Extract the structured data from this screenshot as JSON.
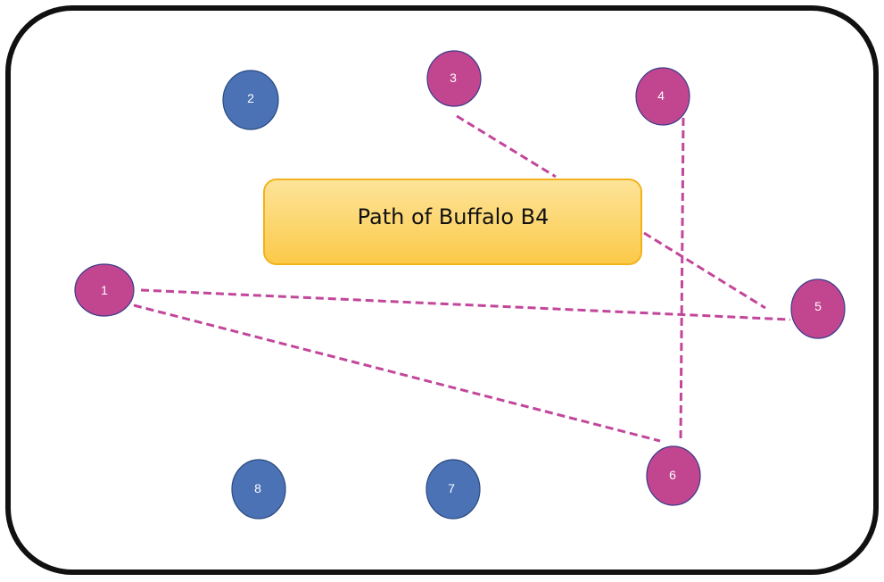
{
  "title": "Path of Buffalo B4",
  "colors": {
    "visited": "#c2468f",
    "unvisited": "#4a72b5",
    "path": "#c2469a",
    "label_fill": "#fdd36b",
    "label_border": "#f2b21c",
    "frame": "#111111"
  },
  "nodes": [
    {
      "label": "1",
      "status": "visited"
    },
    {
      "label": "2",
      "status": "unvisited"
    },
    {
      "label": "3",
      "status": "visited"
    },
    {
      "label": "4",
      "status": "visited"
    },
    {
      "label": "5",
      "status": "visited"
    },
    {
      "label": "6",
      "status": "visited"
    },
    {
      "label": "7",
      "status": "unvisited"
    },
    {
      "label": "8",
      "status": "unvisited"
    }
  ],
  "path_edges": [
    {
      "from": "3",
      "to": "5"
    },
    {
      "from": "4",
      "to": "6"
    },
    {
      "from": "1",
      "to": "5"
    },
    {
      "from": "1",
      "to": "6"
    }
  ]
}
